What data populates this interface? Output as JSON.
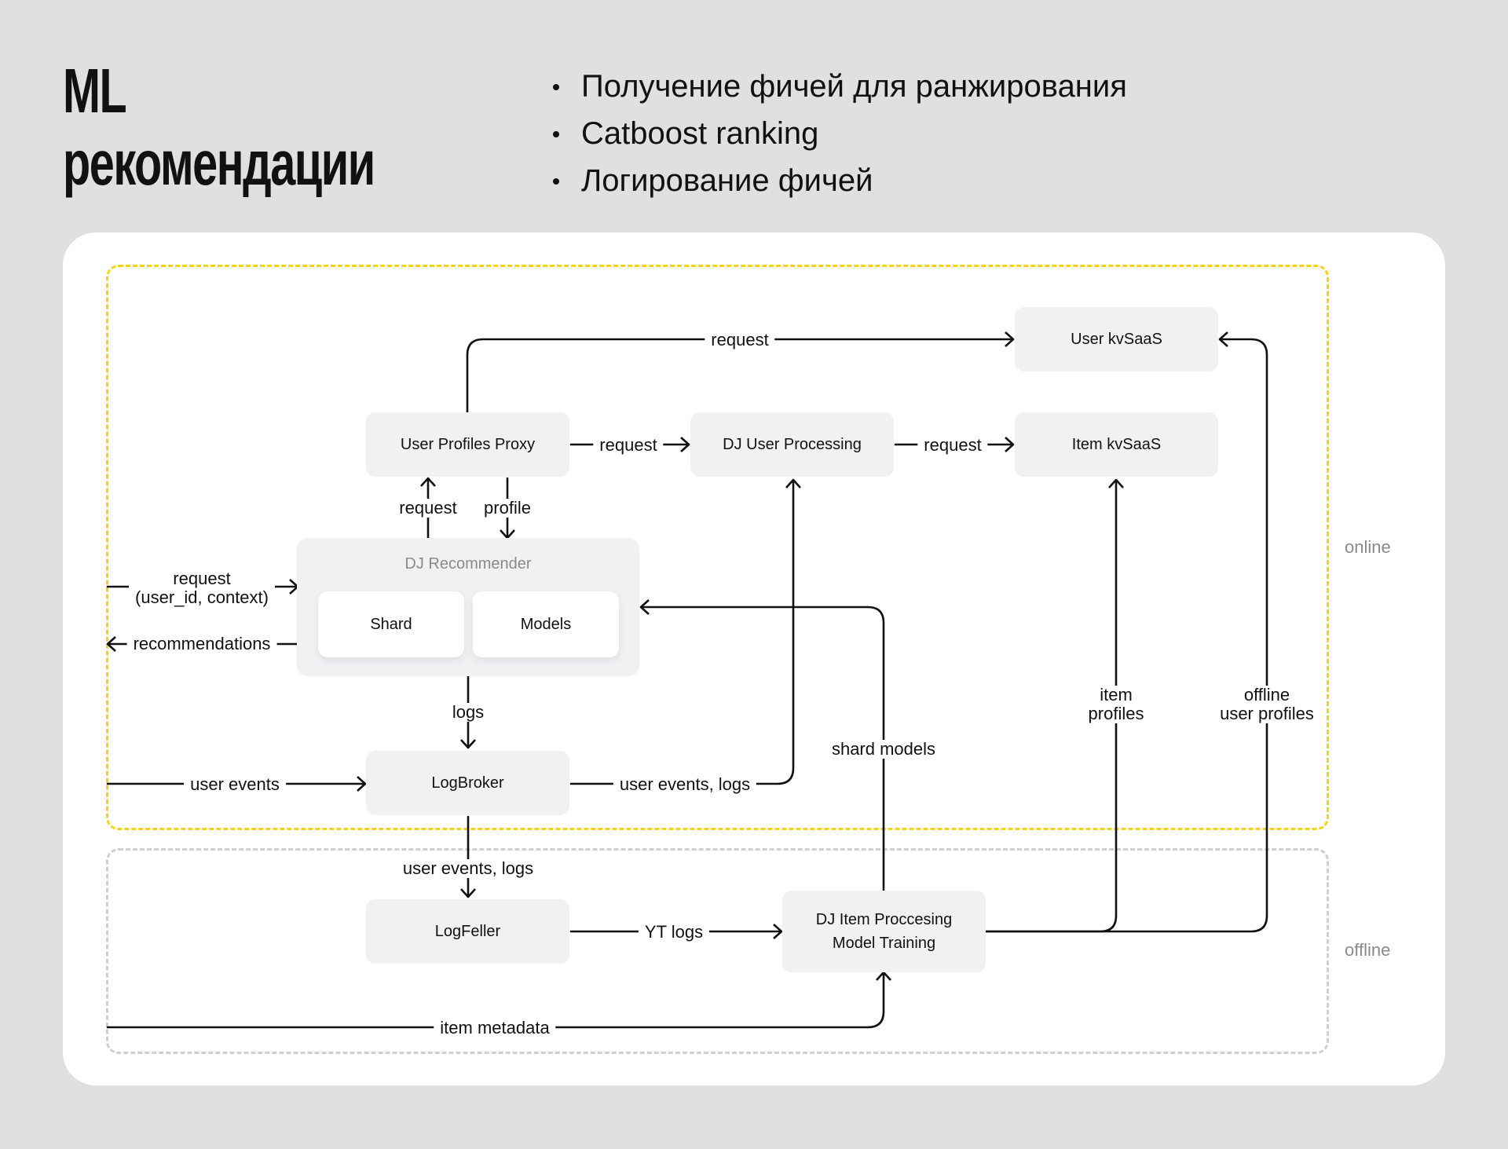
{
  "header": {
    "title_line1": "ML",
    "title_line2": "рекомендации",
    "bullets": [
      "Получение фичей для ранжирования",
      "Catboost ranking",
      "Логирование фичей"
    ]
  },
  "zones": {
    "online": "online",
    "offline": "offline"
  },
  "nodes": {
    "user_kvsaas": "User kvSaaS",
    "item_kvsaas": "Item kvSaaS",
    "user_profiles_proxy": "User Profiles Proxy",
    "dj_user_processing": "DJ User Processing",
    "dj_recommender": "DJ Recommender",
    "shard": "Shard",
    "models": "Models",
    "logbroker": "LogBroker",
    "logfeller": "LogFeller",
    "dj_item_processing_line1": "DJ Item Proccesing",
    "dj_item_processing_line2": "Model Training"
  },
  "edges": {
    "proxy_to_user_kv": "request",
    "proxy_to_dj_user": "request",
    "dj_user_to_item_kv": "request",
    "rec_to_proxy": "request",
    "proxy_to_rec": "profile",
    "incoming_request": "request\n(user_id, context)",
    "recommendations": "recommendations",
    "rec_to_logbroker": "logs",
    "user_events": "user events",
    "logbroker_to_dj_user": "user events, logs",
    "logbroker_to_logfeller": "user events, logs",
    "shard_models": "shard models",
    "item_profiles": "item\nprofiles",
    "offline_user_profiles": "offline\nuser profiles",
    "yt_logs": "YT logs",
    "item_metadata": "item metadata"
  },
  "colors": {
    "online_border": "#f5d21a",
    "offline_border": "#cfcfcf",
    "node_fill": "#f1f1f4"
  }
}
